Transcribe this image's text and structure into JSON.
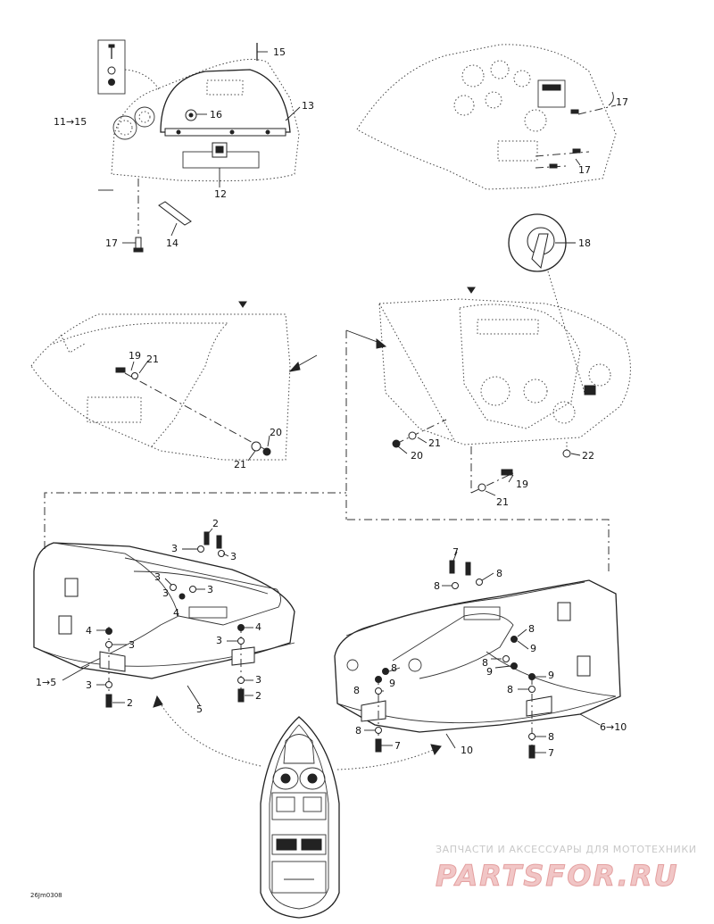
{
  "callouts": [
    {
      "id": "c15a",
      "text": "15"
    },
    {
      "id": "c13",
      "text": "13"
    },
    {
      "id": "c16",
      "text": "16"
    },
    {
      "id": "c1115",
      "text": "11→15"
    },
    {
      "id": "c12",
      "text": "12"
    },
    {
      "id": "c17a",
      "text": "17"
    },
    {
      "id": "c14",
      "text": "14"
    },
    {
      "id": "c17b",
      "text": "17"
    },
    {
      "id": "c17c",
      "text": "17"
    },
    {
      "id": "c18",
      "text": "18"
    },
    {
      "id": "c19a",
      "text": "19"
    },
    {
      "id": "c21a",
      "text": "21"
    },
    {
      "id": "c20a",
      "text": "20"
    },
    {
      "id": "c21b",
      "text": "21"
    },
    {
      "id": "c21c",
      "text": "21"
    },
    {
      "id": "c20b",
      "text": "20"
    },
    {
      "id": "c22",
      "text": "22"
    },
    {
      "id": "c19b",
      "text": "19"
    },
    {
      "id": "c21d",
      "text": "21"
    },
    {
      "id": "c2a",
      "text": "2"
    },
    {
      "id": "c3a",
      "text": "3"
    },
    {
      "id": "c3b",
      "text": "3"
    },
    {
      "id": "c3c",
      "text": "3"
    },
    {
      "id": "c3d",
      "text": "3"
    },
    {
      "id": "c3e",
      "text": "3"
    },
    {
      "id": "c4a",
      "text": "4"
    },
    {
      "id": "c4b",
      "text": "4"
    },
    {
      "id": "c4c",
      "text": "4"
    },
    {
      "id": "c3f",
      "text": "3"
    },
    {
      "id": "c3g",
      "text": "3"
    },
    {
      "id": "c15b",
      "text": "1→5"
    },
    {
      "id": "c3h",
      "text": "3"
    },
    {
      "id": "c3i",
      "text": "3"
    },
    {
      "id": "c2b",
      "text": "2"
    },
    {
      "id": "c2c",
      "text": "2"
    },
    {
      "id": "c5",
      "text": "5"
    },
    {
      "id": "c7a",
      "text": "7"
    },
    {
      "id": "c8a",
      "text": "8"
    },
    {
      "id": "c8b",
      "text": "8"
    },
    {
      "id": "c8c",
      "text": "8"
    },
    {
      "id": "c9a",
      "text": "9"
    },
    {
      "id": "c8d",
      "text": "8"
    },
    {
      "id": "c9b",
      "text": "9"
    },
    {
      "id": "c8e",
      "text": "8"
    },
    {
      "id": "c9c",
      "text": "9"
    },
    {
      "id": "c8f",
      "text": "8"
    },
    {
      "id": "c9d",
      "text": "9"
    },
    {
      "id": "c8g",
      "text": "8"
    },
    {
      "id": "c610",
      "text": "6→10"
    },
    {
      "id": "c8h",
      "text": "8"
    },
    {
      "id": "c7b",
      "text": "7"
    },
    {
      "id": "c10",
      "text": "10"
    },
    {
      "id": "c8i",
      "text": "8"
    },
    {
      "id": "c7c",
      "text": "7"
    }
  ],
  "drawing_code": "26Jm0308",
  "watermark": {
    "tagline": "ЗАПЧАСТИ И АКСЕССУАРЫ ДЛЯ МОТОТЕХНИКИ",
    "brand": "PARTSFOR.RU"
  }
}
